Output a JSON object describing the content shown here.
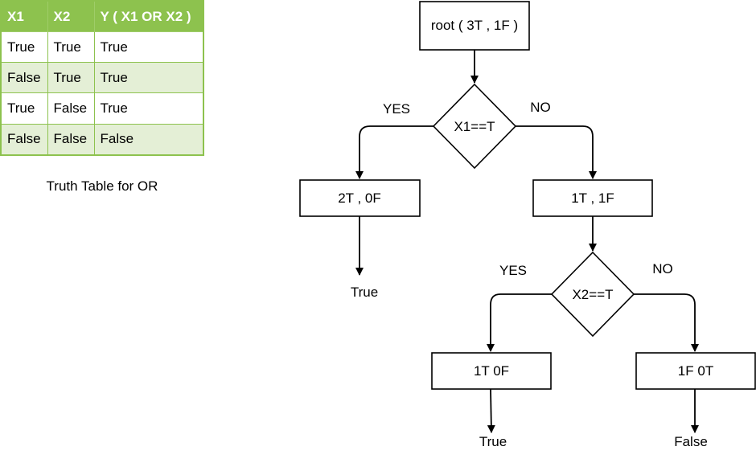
{
  "truth_table": {
    "headers": [
      "X1",
      "X2",
      "Y ( X1 OR X2 )"
    ],
    "rows": [
      [
        "True",
        "True",
        "True"
      ],
      [
        "False",
        "True",
        "True"
      ],
      [
        "True",
        "False",
        "True"
      ],
      [
        "False",
        "False",
        "False"
      ]
    ],
    "caption": "Truth Table for OR",
    "colors": {
      "header_bg": "#8dc24e",
      "header_text": "#ffffff",
      "stripe_bg": "#e4efd6",
      "border": "#8dc24e"
    }
  },
  "flowchart": {
    "root": "root ( 3T , 1F )",
    "decision1": "X1==T",
    "decision1_yes": "YES",
    "decision1_no": "NO",
    "node_yes1": "2T , 0F",
    "node_no1": "1T , 1F",
    "leaf_yes1": "True",
    "decision2": "X2==T",
    "decision2_yes": "YES",
    "decision2_no": "NO",
    "node_yes2": "1T 0F",
    "node_no2": "1F 0T",
    "leaf_yes2": "True",
    "leaf_no2": "False"
  }
}
